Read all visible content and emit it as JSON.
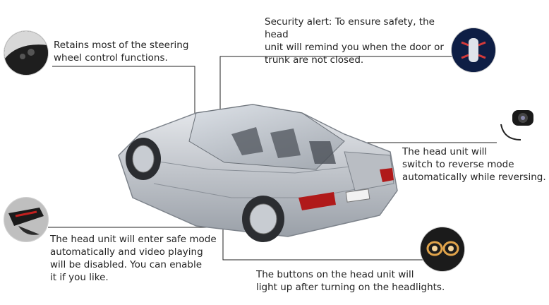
{
  "callouts": {
    "steering": "Retains most of the steering\nwheel control functions.",
    "security": "Security alert: To ensure safety, the head\nunit will remind you when the door or\ntrunk are not closed.",
    "reverse": "The head unit will\nswitch to reverse mode\nautomatically while reversing.",
    "safe_mode": "The head unit will enter safe mode\nautomatically and video playing\nwill be disabled. You can enable\nit if you like.",
    "headlights": "The buttons on the head unit will\nlight up after turning on the headlights."
  },
  "icons": {
    "steering": "steering-wheel-controls-icon",
    "security": "car-open-doors-icon",
    "reverse": "rear-camera-icon",
    "safe_mode": "handbrake-icon",
    "headlights": "headlight-icon"
  },
  "colors": {
    "leader_line": "#222222",
    "car_body": "#c9ccd1",
    "taillight": "#b01a1a"
  }
}
